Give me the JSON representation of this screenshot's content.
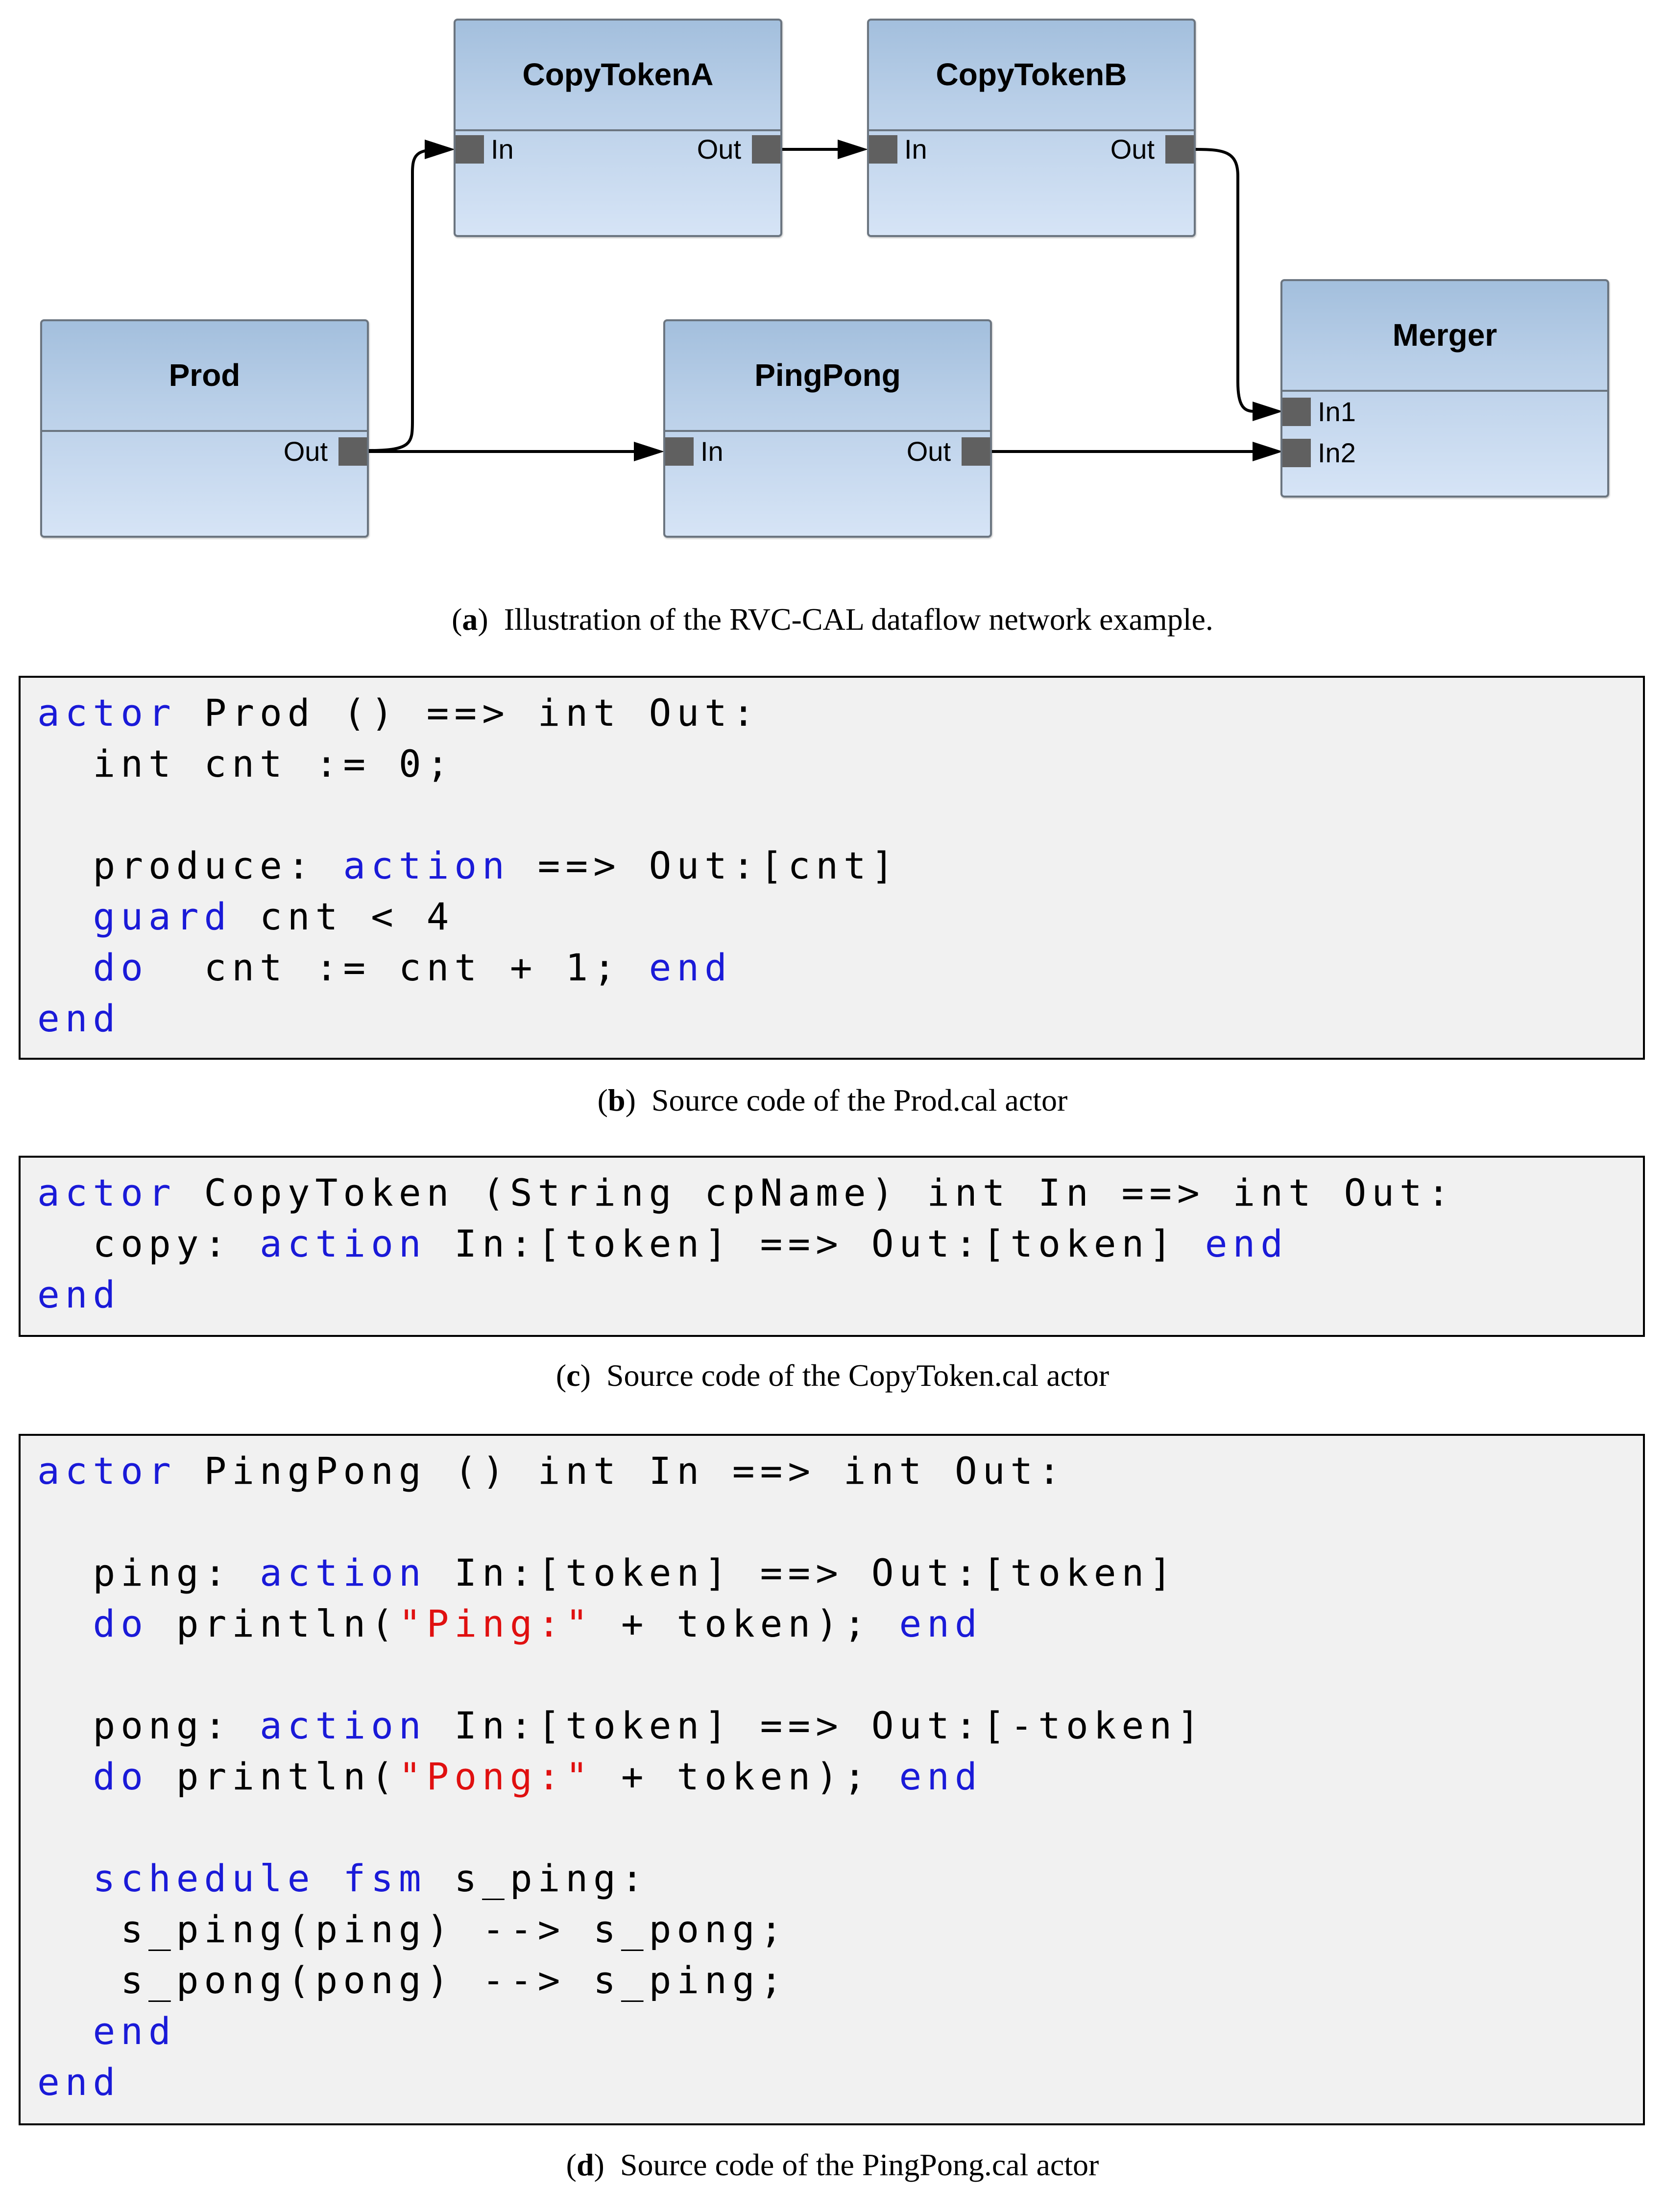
{
  "diagram": {
    "actors": {
      "copy_a": {
        "title": "CopyTokenA",
        "in": "In",
        "out": "Out"
      },
      "copy_b": {
        "title": "CopyTokenB",
        "in": "In",
        "out": "Out"
      },
      "prod": {
        "title": "Prod",
        "out": "Out"
      },
      "pingpong": {
        "title": "PingPong",
        "in": "In",
        "out": "Out"
      },
      "merger": {
        "title": "Merger",
        "in1": "In1",
        "in2": "In2"
      }
    }
  },
  "captions": {
    "a": {
      "label": "a",
      "text": "Illustration of the RVC-CAL dataflow network example."
    },
    "b": {
      "label": "b",
      "text": "Source code of the Prod.cal actor"
    },
    "c": {
      "label": "c",
      "text": "Source code of the CopyToken.cal actor"
    },
    "d": {
      "label": "d",
      "text": "Source code of the PingPong.cal actor"
    }
  },
  "code": {
    "prod": [
      [
        [
          "kw",
          "actor"
        ],
        [
          "p",
          " Prod () ==> int Out:"
        ]
      ],
      [
        [
          "p",
          "  int cnt := 0;"
        ]
      ],
      [],
      [
        [
          "p",
          "  produce: "
        ],
        [
          "kw",
          "action"
        ],
        [
          "p",
          " ==> Out:[cnt]"
        ]
      ],
      [
        [
          "p",
          "  "
        ],
        [
          "kw",
          "guard"
        ],
        [
          "p",
          " cnt < 4"
        ]
      ],
      [
        [
          "p",
          "  "
        ],
        [
          "kw",
          "do"
        ],
        [
          "p",
          "  cnt := cnt + 1; "
        ],
        [
          "kw",
          "end"
        ]
      ],
      [
        [
          "kw",
          "end"
        ]
      ]
    ],
    "copytoken": [
      [
        [
          "kw",
          "actor"
        ],
        [
          "p",
          " CopyToken (String cpName) int In ==> int Out:"
        ]
      ],
      [
        [
          "p",
          "  copy: "
        ],
        [
          "kw",
          "action"
        ],
        [
          "p",
          " In:[token] ==> Out:[token] "
        ],
        [
          "kw",
          "end"
        ]
      ],
      [
        [
          "kw",
          "end"
        ]
      ]
    ],
    "pingpong": [
      [
        [
          "kw",
          "actor"
        ],
        [
          "p",
          " PingPong () int In ==> int Out:"
        ]
      ],
      [],
      [
        [
          "p",
          "  ping: "
        ],
        [
          "kw",
          "action"
        ],
        [
          "p",
          " In:[token] ==> Out:[token]"
        ]
      ],
      [
        [
          "p",
          "  "
        ],
        [
          "kw",
          "do"
        ],
        [
          "p",
          " println("
        ],
        [
          "str",
          "\"Ping:\""
        ],
        [
          "p",
          " + token); "
        ],
        [
          "kw",
          "end"
        ]
      ],
      [],
      [
        [
          "p",
          "  pong: "
        ],
        [
          "kw",
          "action"
        ],
        [
          "p",
          " In:[token] ==> Out:[-token]"
        ]
      ],
      [
        [
          "p",
          "  "
        ],
        [
          "kw",
          "do"
        ],
        [
          "p",
          " println("
        ],
        [
          "str",
          "\"Pong:\""
        ],
        [
          "p",
          " + token); "
        ],
        [
          "kw",
          "end"
        ]
      ],
      [],
      [
        [
          "p",
          "  "
        ],
        [
          "kw",
          "schedule"
        ],
        [
          "p",
          " "
        ],
        [
          "kw",
          "fsm"
        ],
        [
          "p",
          " s_ping:"
        ]
      ],
      [
        [
          "p",
          "   s_ping(ping) --> s_pong;"
        ]
      ],
      [
        [
          "p",
          "   s_pong(pong) --> s_ping;"
        ]
      ],
      [
        [
          "p",
          "  "
        ],
        [
          "kw",
          "end"
        ]
      ],
      [
        [
          "kw",
          "end"
        ]
      ]
    ]
  }
}
